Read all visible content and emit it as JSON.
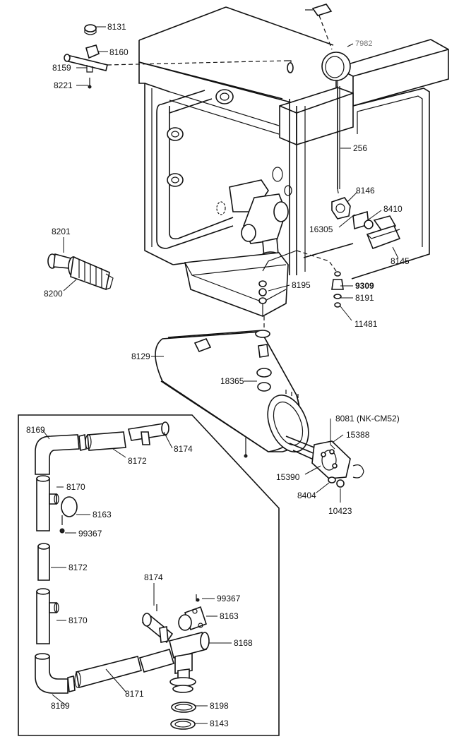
{
  "labels": {
    "p8131": "8131",
    "p8160": "8160",
    "p8159": "8159",
    "p8221": "8221",
    "p7982": "7982",
    "p256": "256",
    "p8146": "8146",
    "p8410": "8410",
    "p16305": "16305",
    "p8145": "8145",
    "p8201": "8201",
    "p8200": "8200",
    "p8195": "8195",
    "p9309": "9309",
    "p8191": "8191",
    "p11481": "11481",
    "p8129": "8129",
    "p18365": "18365",
    "p8081": "8081 (NK-CM52)",
    "p15388": "15388",
    "p15390": "15390",
    "p8404": "8404",
    "p10423": "10423",
    "i8169a": "8169",
    "i8172a": "8172",
    "i8174a": "8174",
    "i8170a": "8170",
    "i8163a": "8163",
    "i99367a": "99367",
    "i8172b": "8172",
    "i8170b": "8170",
    "i8174b": "8174",
    "i99367b": "99367",
    "i8163b": "8163",
    "i8168": "8168",
    "i8171": "8171",
    "i8169b": "8169",
    "i8198": "8198",
    "i8143": "8143"
  }
}
